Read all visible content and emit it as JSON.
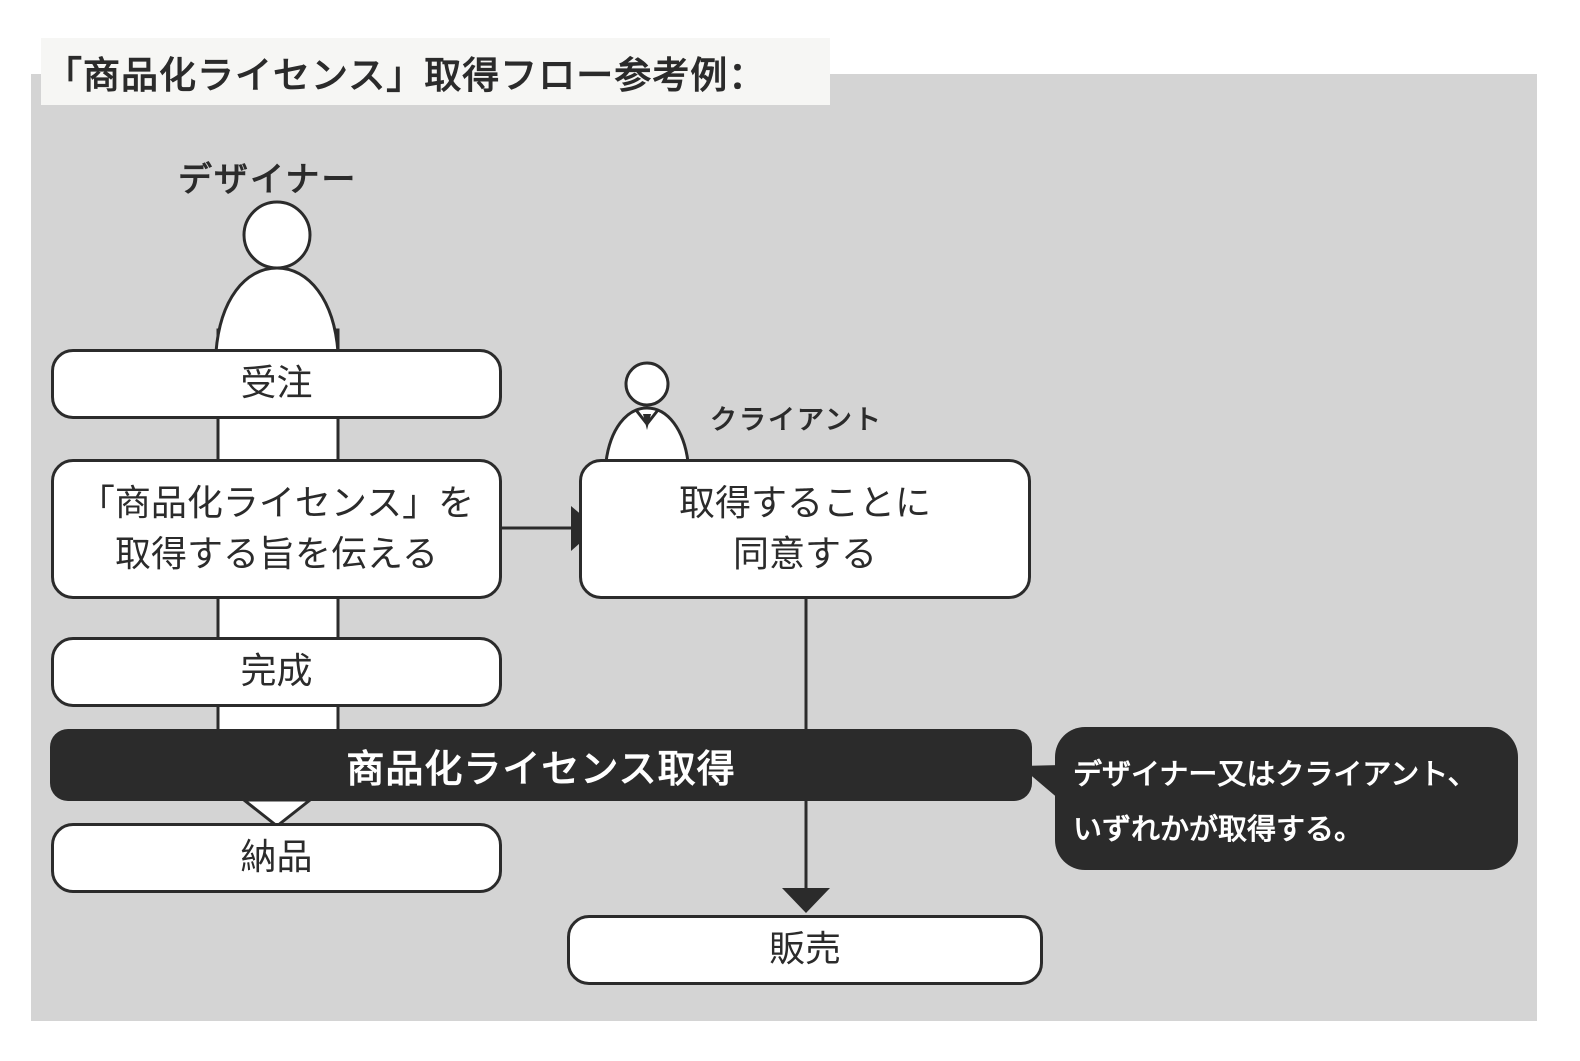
{
  "title": "「商品化ライセンス」取得フロー参考例：",
  "actors": {
    "designer": "デザイナー",
    "client": "クライアント"
  },
  "steps": {
    "order": "受注",
    "notify_line1": "「商品化ライセンス」を",
    "notify_line2": "取得する旨を伝える",
    "agree_line1": "取得することに",
    "agree_line2": "同意する",
    "complete": "完成",
    "license": "商品化ライセンス取得",
    "deliver": "納品",
    "sell": "販売"
  },
  "note": {
    "line1": "デザイナー又はクライアント、",
    "line2": "いずれかが取得する。"
  },
  "colors": {
    "panel": "#d4d4d4",
    "title_tab": "#f6f6f4",
    "ink": "#2b2b2b",
    "box": "#ffffff"
  }
}
